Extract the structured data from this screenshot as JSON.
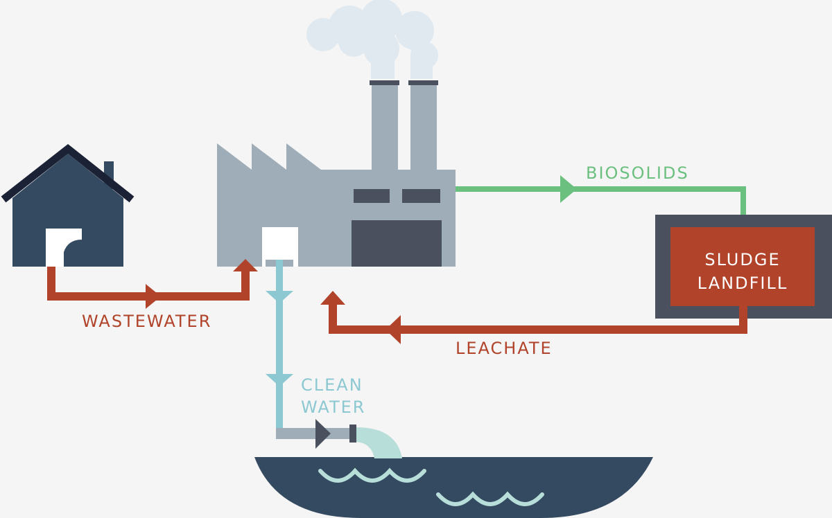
{
  "labels": {
    "wastewater": "WASTEWATER",
    "biosolids": "BIOSOLIDS",
    "leachate": "LEACHATE",
    "clean_water_line1": "CLEAN",
    "clean_water_line2": "WATER",
    "landfill_line1": "SLUDGE",
    "landfill_line2": "LANDFILL"
  },
  "colors": {
    "background": "#f5f5f5",
    "house": "#344a61",
    "roof": "#1c2236",
    "factory": "#9eadb8",
    "factory_dark": "#4a505e",
    "wastewater": "#b0432a",
    "biosolids": "#6cc07f",
    "clean_water": "#8cc8d2",
    "landfill_border": "#4a505e",
    "landfill_fill": "#b0432a",
    "water_body": "#344a61",
    "waves": "#b8ded9",
    "smoke": "#e0e9f0"
  }
}
